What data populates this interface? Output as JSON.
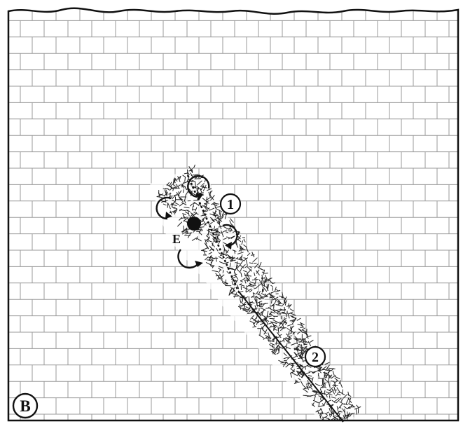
{
  "panel_label": "B",
  "labels": {
    "point_e": "E",
    "zone_1": "1",
    "zone_2": "2"
  },
  "colors": {
    "ink": "#111111",
    "brick_line": "#9a9a9a",
    "background": "#ffffff"
  }
}
